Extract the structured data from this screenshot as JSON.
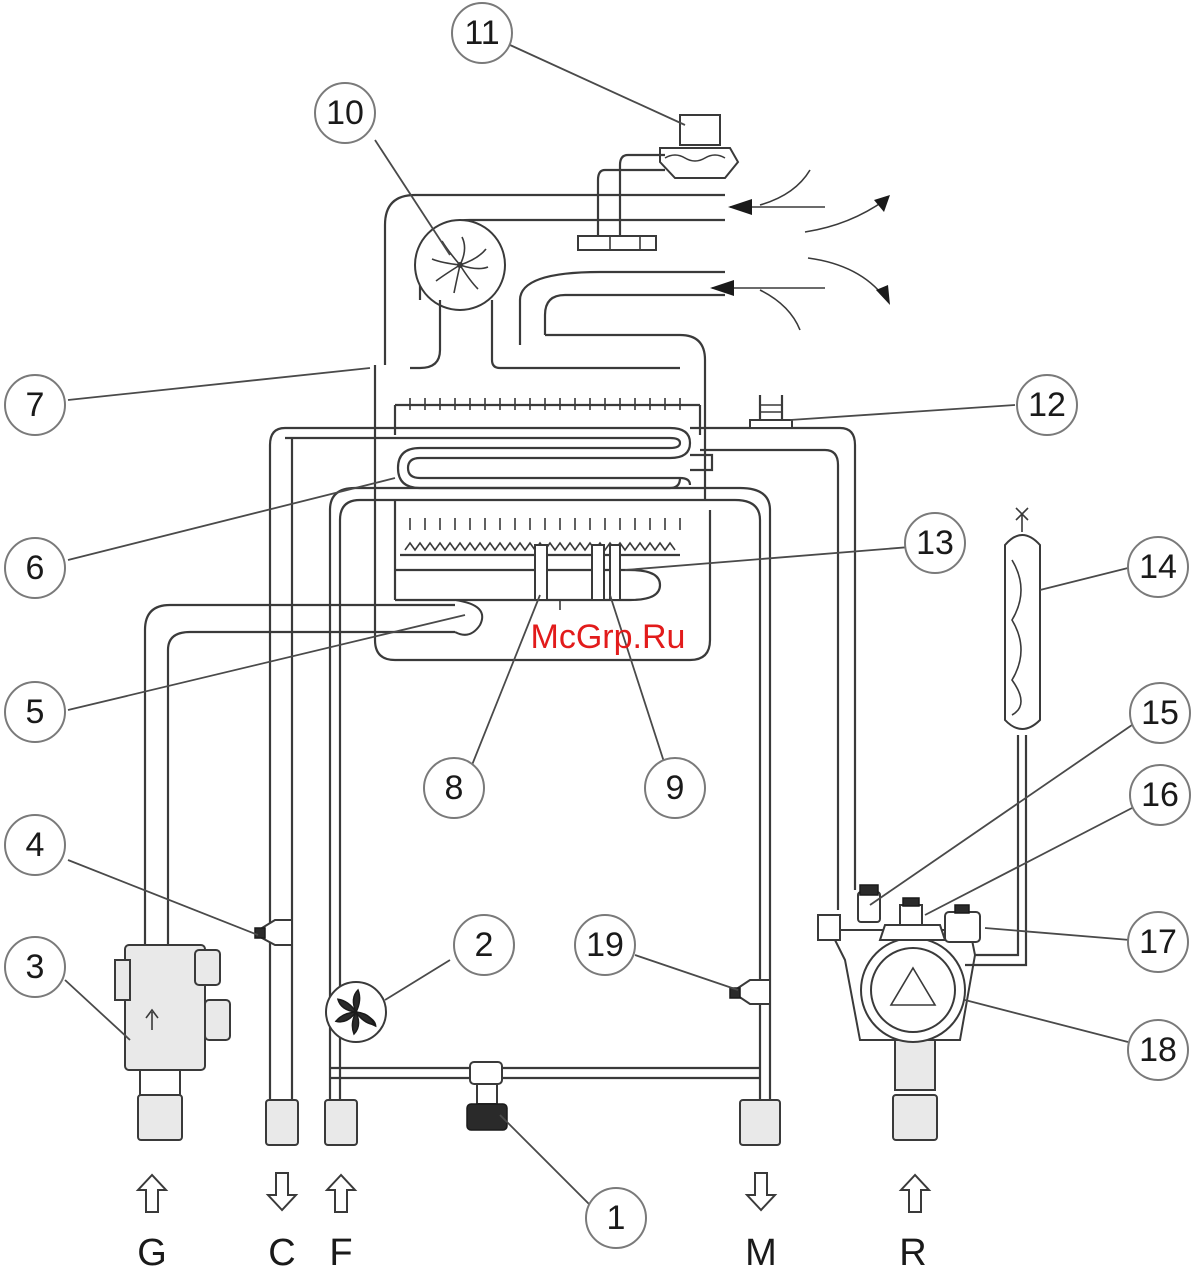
{
  "watermark": "McGrp.Ru",
  "callouts": [
    {
      "id": "1",
      "label": "1"
    },
    {
      "id": "2",
      "label": "2"
    },
    {
      "id": "3",
      "label": "3"
    },
    {
      "id": "4",
      "label": "4"
    },
    {
      "id": "5",
      "label": "5"
    },
    {
      "id": "6",
      "label": "6"
    },
    {
      "id": "7",
      "label": "7"
    },
    {
      "id": "8",
      "label": "8"
    },
    {
      "id": "9",
      "label": "9"
    },
    {
      "id": "10",
      "label": "10"
    },
    {
      "id": "11",
      "label": "11"
    },
    {
      "id": "12",
      "label": "12"
    },
    {
      "id": "13",
      "label": "13"
    },
    {
      "id": "14",
      "label": "14"
    },
    {
      "id": "15",
      "label": "15"
    },
    {
      "id": "16",
      "label": "16"
    },
    {
      "id": "17",
      "label": "17"
    },
    {
      "id": "18",
      "label": "18"
    },
    {
      "id": "19",
      "label": "19"
    }
  ],
  "connections": {
    "g": "G",
    "c": "C",
    "f": "F",
    "m": "M",
    "r": "R"
  },
  "colors": {
    "line": "#3a3a3a",
    "watermark": "#e21b1b"
  }
}
